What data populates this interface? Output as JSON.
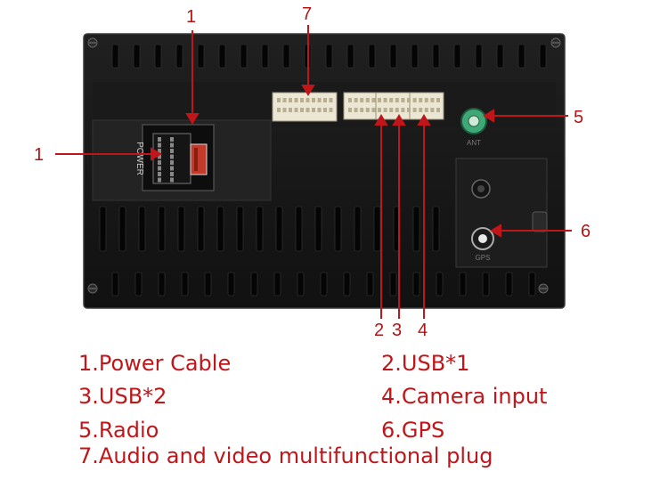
{
  "callouts": {
    "c1_top": "1",
    "c1_left": "1",
    "c7": "7",
    "c5": "5",
    "c6": "6",
    "c2": "2",
    "c3": "3",
    "c4": "4"
  },
  "unit_labels": {
    "power": "POWER",
    "antenna_left": "ANT",
    "antenna_right": "GPS"
  },
  "legend": {
    "item1": "1.Power Cable",
    "item2": "2.USB*1",
    "item3": "3.USB*2",
    "item4": "4.Camera input",
    "item5": "5.Radio",
    "item6": "6.GPS",
    "item7": "7.Audio and video multifunctional plug"
  },
  "colors": {
    "housing": "#161616",
    "callout": "#c0161a",
    "connector": "#ece6d4",
    "antenna_jack": "#3ea877"
  }
}
